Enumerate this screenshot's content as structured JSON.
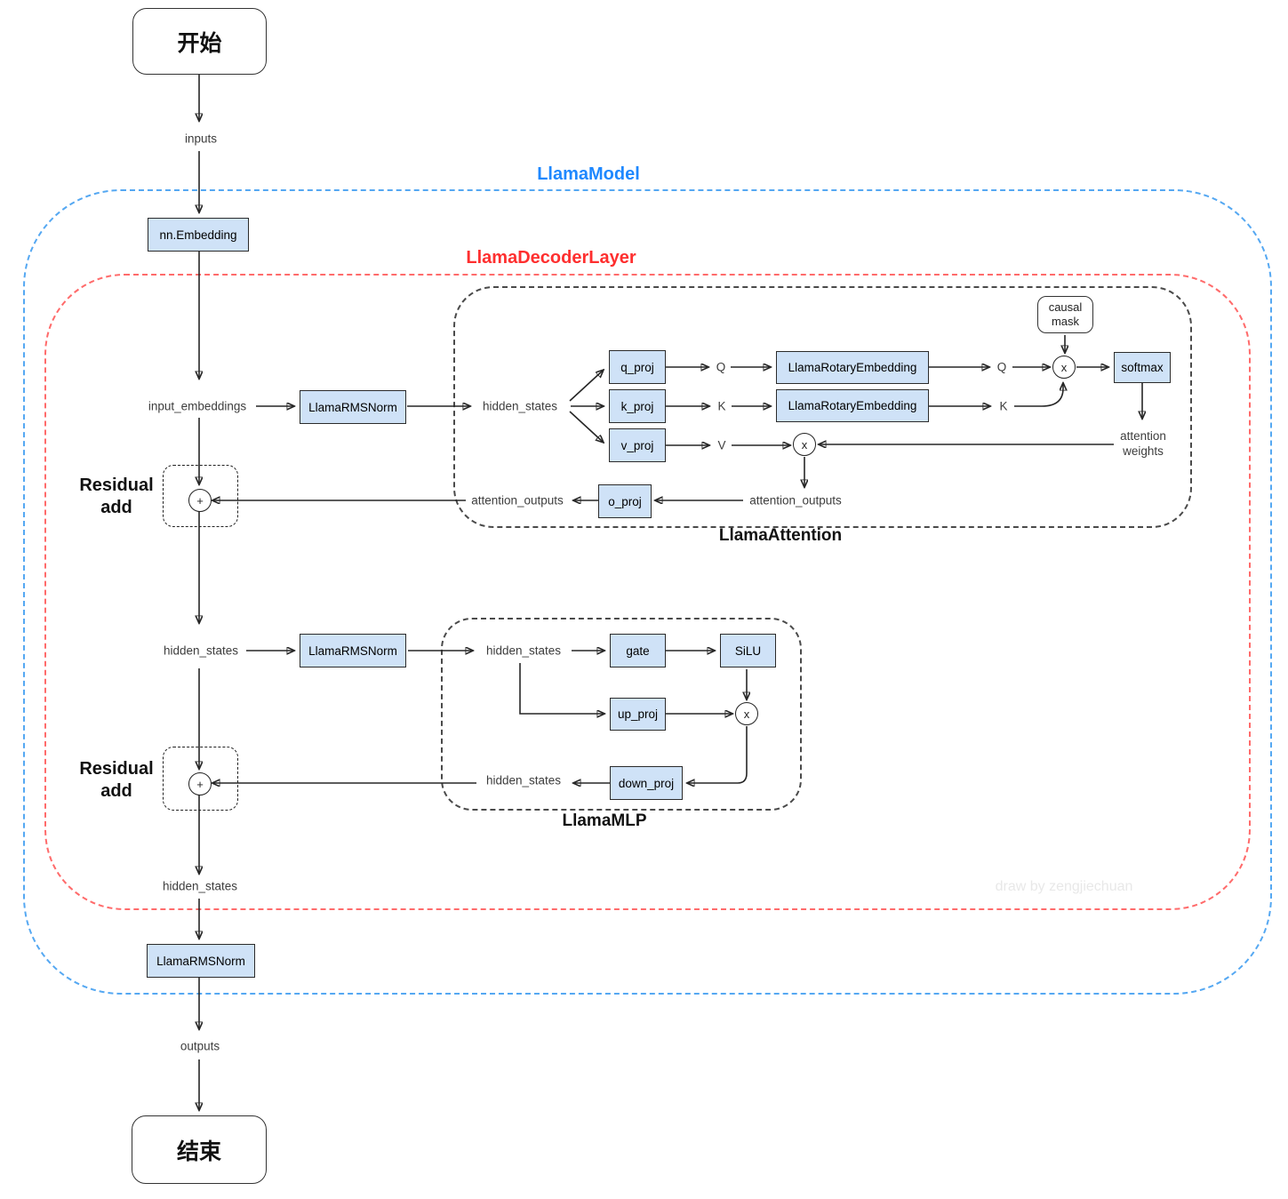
{
  "containers": {
    "llama_model": {
      "label": "LlamaModel",
      "border_color": "#55a8f2",
      "label_color": "#1e88ff"
    },
    "llama_decoder_layer": {
      "label": "LlamaDecoderLayer",
      "border_color": "#ff6b6b",
      "label_color": "#fe2f2f"
    },
    "llama_attention": {
      "label": "LlamaAttention",
      "border_color": "#4a4a4a",
      "label_color": "#111111"
    },
    "llama_mlp": {
      "label": "LlamaMLP",
      "border_color": "#4a4a4a",
      "label_color": "#111111"
    }
  },
  "terminals": {
    "start": "开始",
    "end": "结束"
  },
  "flow_labels": {
    "inputs": "inputs",
    "input_embeddings": "input_embeddings",
    "hidden_states": "hidden_states",
    "outputs": "outputs",
    "attention_outputs": "attention_outputs",
    "attention_weights": "attention weights",
    "q": "Q",
    "k": "K",
    "v": "V"
  },
  "blocks": {
    "embedding": "nn.Embedding",
    "rmsnorm": "LlamaRMSNorm",
    "q_proj": "q_proj",
    "k_proj": "k_proj",
    "v_proj": "v_proj",
    "o_proj": "o_proj",
    "rotary_embedding": "LlamaRotaryEmbedding",
    "softmax": "softmax",
    "causal_mask": "causal mask",
    "gate": "gate",
    "silu": "SiLU",
    "up_proj": "up_proj",
    "down_proj": "down_proj"
  },
  "operators": {
    "add": "+",
    "multiply": "x",
    "residual_add": "Residual add"
  },
  "watermark": "draw by zengjiechuan",
  "colors": {
    "block_fill": "#cfe2f7",
    "block_stroke": "#2b2b2b",
    "edge": "#262626"
  }
}
